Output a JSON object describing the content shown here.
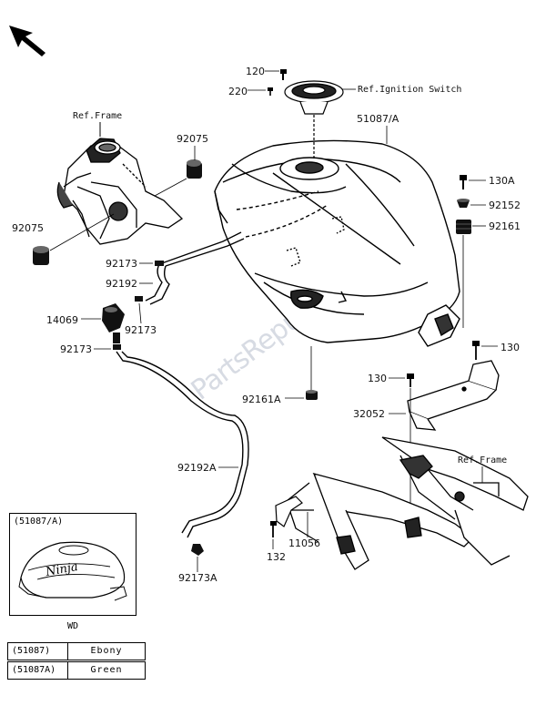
{
  "watermark": "PartsRepublik",
  "refs": {
    "frame_top": "Ref.Frame",
    "ignition": "Ref.Ignition Switch",
    "frame_right": "Ref.Frame"
  },
  "parts": {
    "p120": "120",
    "p220": "220",
    "p51087a": "51087/A",
    "p92075_top": "92075",
    "p92075_left": "92075",
    "p130a": "130A",
    "p92152": "92152",
    "p92161": "92161",
    "p92173_a": "92173",
    "p92192": "92192",
    "p14069": "14069",
    "p92173_b": "92173",
    "p92173_c": "92173",
    "p130_right": "130",
    "p130_mid": "130",
    "p92161a": "92161A",
    "p32052": "32052",
    "p92192a": "92192A",
    "p11056": "11056",
    "p132": "132",
    "p92173a": "92173A"
  },
  "inset": {
    "code": "(51087/A)",
    "caption": "WD",
    "logo": "Ninja"
  },
  "legend": [
    {
      "code": "(51087)",
      "color": "Ebony"
    },
    {
      "code": "(51087A)",
      "color": "Green"
    }
  ]
}
